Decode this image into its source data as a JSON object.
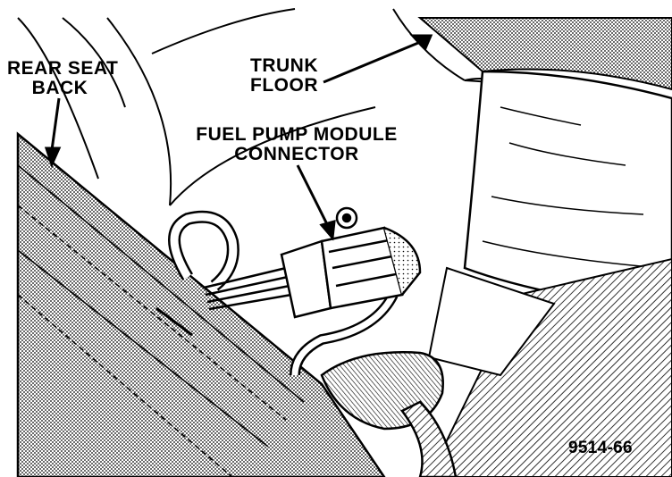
{
  "labels": {
    "rear_seat_back": [
      "REAR SEAT",
      "BACK"
    ],
    "trunk_floor": [
      "TRUNK",
      "FLOOR"
    ],
    "fuel_pump_connector": [
      "FUEL PUMP MODULE",
      "CONNECTOR"
    ],
    "figure_number": "9514-66"
  },
  "colors": {
    "ink": "#000000",
    "paper": "#ffffff"
  }
}
